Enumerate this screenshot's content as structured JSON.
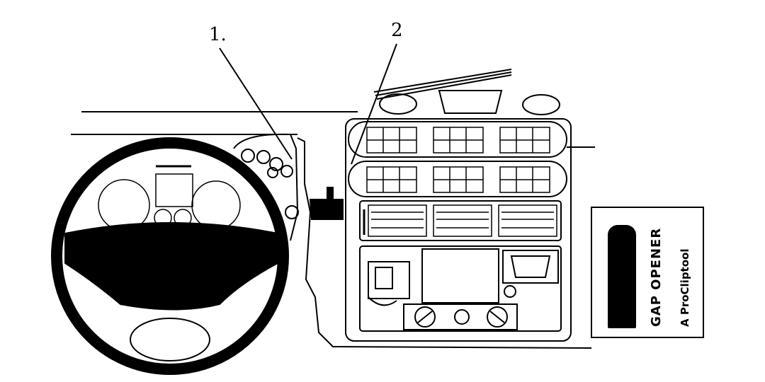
{
  "callouts": [
    {
      "id": "1",
      "label": "1."
    },
    {
      "id": "2",
      "label": "2"
    }
  ],
  "tool_card": {
    "title": "GAP OPENER",
    "subtitle": "A ProCliptool"
  },
  "colors": {
    "ink": "#000000",
    "paper": "#ffffff",
    "shade": "#dddddd"
  }
}
